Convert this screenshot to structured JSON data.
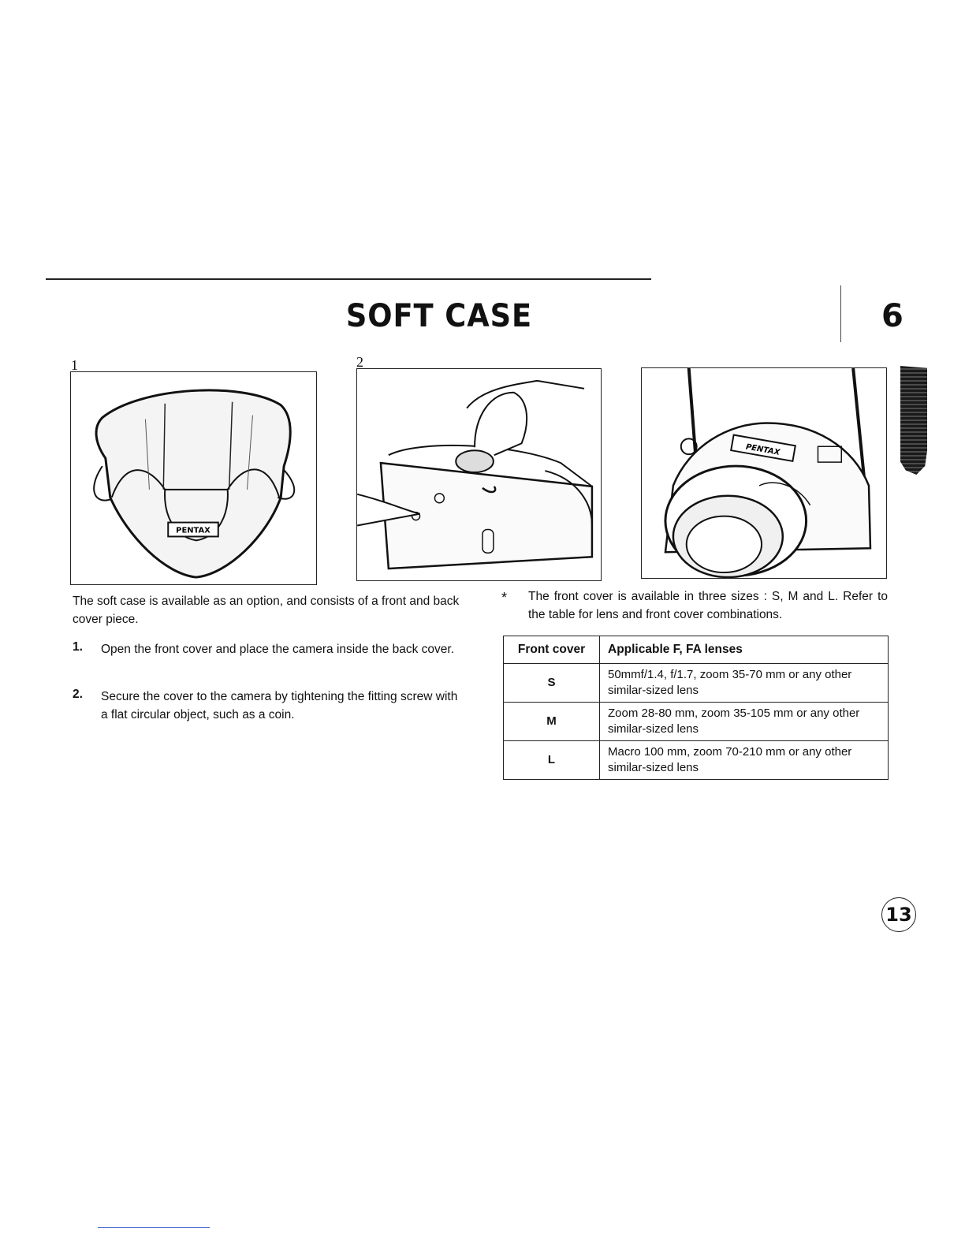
{
  "page": {
    "title": "SOFT CASE",
    "chapter_number": "6",
    "page_number": "13"
  },
  "figures": {
    "fig1_label": "1",
    "fig2_label": "2",
    "fig1_logo": "PENTAX",
    "fig3_logo": "PENTAX"
  },
  "left_column": {
    "intro": "The soft case is available as an option, and consists of a front and back cover piece.",
    "steps": [
      {
        "num": "1.",
        "text": "Open the front cover and place the camera inside the back cover."
      },
      {
        "num": "2.",
        "text": "Secure the cover to the camera by tightening the fitting screw with a flat circular object, such as a coin."
      }
    ]
  },
  "right_column": {
    "note_mark": "*",
    "note": "The front cover is available in three sizes : S, M and L. Refer to the table for lens and front cover combinations."
  },
  "lens_table": {
    "headers": [
      "Front cover",
      "Applicable F, FA lenses"
    ],
    "rows": [
      {
        "size": "S",
        "lenses": "50mmf/1.4, f/1.7, zoom 35-70 mm or any other similar-sized lens"
      },
      {
        "size": "M",
        "lenses": "Zoom 28-80 mm, zoom 35-105 mm or any other similar-sized lens"
      },
      {
        "size": "L",
        "lenses": "Macro 100 mm, zoom 70-210 mm or any other similar-sized lens"
      }
    ]
  }
}
